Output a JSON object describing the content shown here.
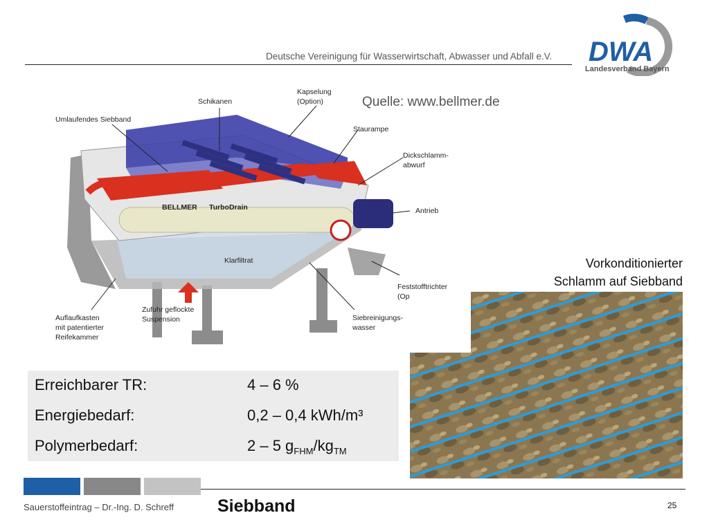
{
  "header": {
    "organization": "Deutsche Vereinigung für Wasserwirtschaft, Abwasser und Abfall e.V."
  },
  "logo": {
    "text": "DWA",
    "subtitle": "Landesverband Bayern"
  },
  "source": "Quelle:  www.bellmer.de",
  "diagram": {
    "labels": {
      "umlaufendes_siebband": "Umlaufendes Siebband",
      "schikanen": "Schikanen",
      "kapselung_1": "Kapselung",
      "kapselung_2": "(Option)",
      "staurampe": "Staurampe",
      "dickschlamm_1": "Dickschlamm-",
      "dickschlamm_2": "abwurf",
      "antrieb": "Antrieb",
      "klarfiltrat": "Klarfiltrat",
      "feststofftrichter_1": "Feststofftrichter",
      "feststofftrichter_2": "(Option)",
      "siebreinigung_1": "Siebreinigungs-",
      "siebreinigung_2": "wasser",
      "zufuhr_1": "Zufuhr geflockte",
      "zufuhr_2": "Suspension",
      "auflaufkasten_1": "Auflaufkasten",
      "auflaufkasten_2": "mit patentierter",
      "auflaufkasten_3": "Reifekammer",
      "brand": "BELLMER",
      "model": "TurboDrain"
    }
  },
  "photo": {
    "caption_line1": "Vorkonditionierter",
    "caption_line2": "Schlamm auf Siebband"
  },
  "specs": [
    {
      "label": "Erreichbarer TR:",
      "value": "4 – 6 %"
    },
    {
      "label": "Energiebedarf:",
      "value": "0,2 – 0,4 kWh/m³"
    },
    {
      "label": "Polymerbedarf:",
      "value_main": "2 – 5 g",
      "sub1": "FHM",
      "mid": "/kg",
      "sub2": "TM"
    }
  ],
  "footer": {
    "author": "Sauerstoffeintrag – Dr.-Ing. D. Schreff",
    "title": "Siebband",
    "page": "25"
  },
  "colors": {
    "accent_blue": "#1f5fa6",
    "footer_gray": "#888888",
    "footer_light_gray": "#c3c3c3",
    "spec_box": "#ececec"
  }
}
